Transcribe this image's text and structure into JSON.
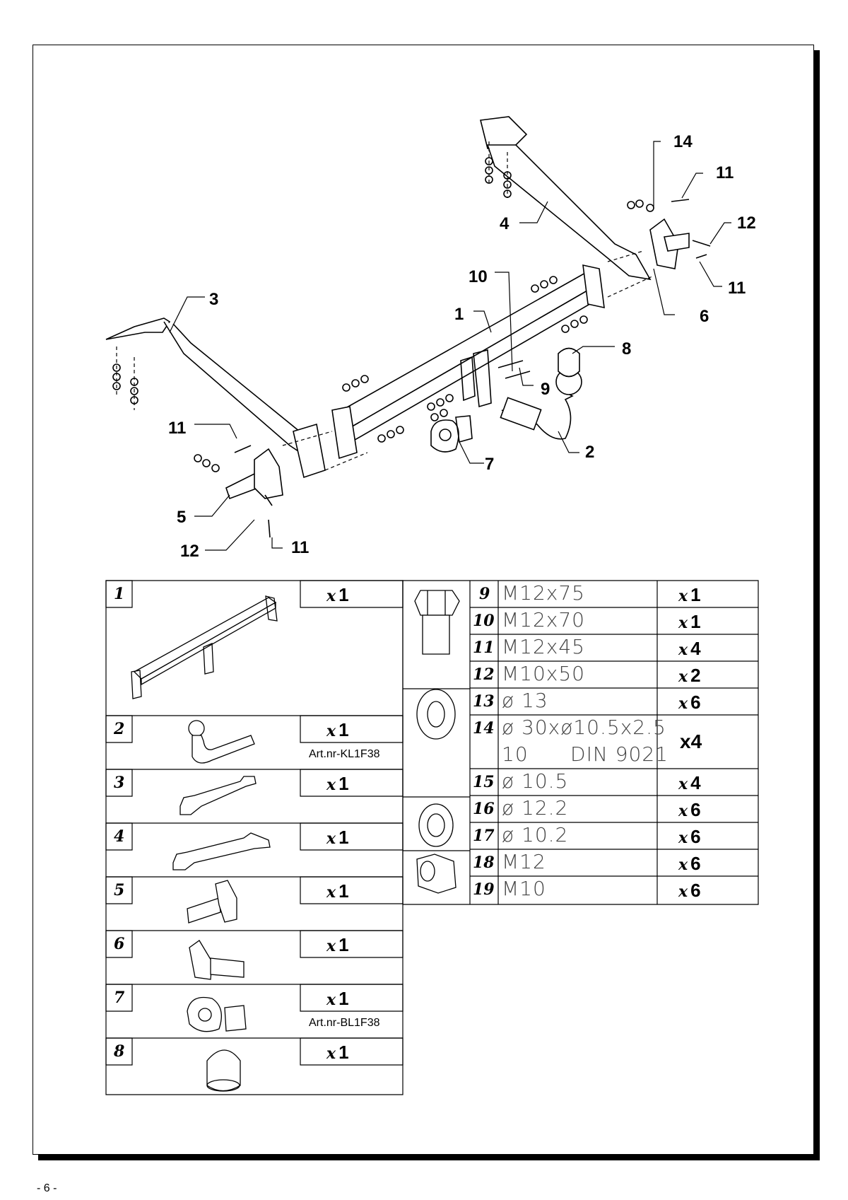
{
  "diagram": {
    "callouts": [
      "14",
      "11",
      "12",
      "4",
      "10",
      "11",
      "3",
      "1",
      "6",
      "8",
      "9",
      "11",
      "2",
      "7",
      "5",
      "12",
      "11"
    ]
  },
  "left_table": [
    {
      "num": "1",
      "qty": "1",
      "art": ""
    },
    {
      "num": "2",
      "qty": "1",
      "art": "Art.nr-KL1F38"
    },
    {
      "num": "3",
      "qty": "1",
      "art": ""
    },
    {
      "num": "4",
      "qty": "1",
      "art": ""
    },
    {
      "num": "5",
      "qty": "1",
      "art": ""
    },
    {
      "num": "6",
      "qty": "1",
      "art": ""
    },
    {
      "num": "7",
      "qty": "1",
      "art": "Art.nr-BL1F38"
    },
    {
      "num": "8",
      "qty": "1",
      "art": ""
    }
  ],
  "right_table": [
    {
      "num": "9",
      "spec": "M12x75",
      "qty": "1"
    },
    {
      "num": "10",
      "spec": "M12x70",
      "qty": "1"
    },
    {
      "num": "11",
      "spec": "M12x45",
      "qty": "4"
    },
    {
      "num": "12",
      "spec": "M10x50",
      "qty": "2"
    },
    {
      "num": "13",
      "spec": "ø 13",
      "qty": "6"
    },
    {
      "num": "14",
      "spec": "ø 30xø10.5x2.5",
      "spec2": "10      DIN 9021",
      "qty": "x4"
    },
    {
      "num": "15",
      "spec": "ø 10.5",
      "qty": "4"
    },
    {
      "num": "16",
      "spec": "ø 12.2",
      "qty": "6"
    },
    {
      "num": "17",
      "spec": "ø 10.2",
      "qty": "6"
    },
    {
      "num": "18",
      "spec": "M12",
      "qty": "6"
    },
    {
      "num": "19",
      "spec": "M10",
      "qty": "6"
    }
  ],
  "qty_prefix": "x",
  "page_number": "- 6 -"
}
